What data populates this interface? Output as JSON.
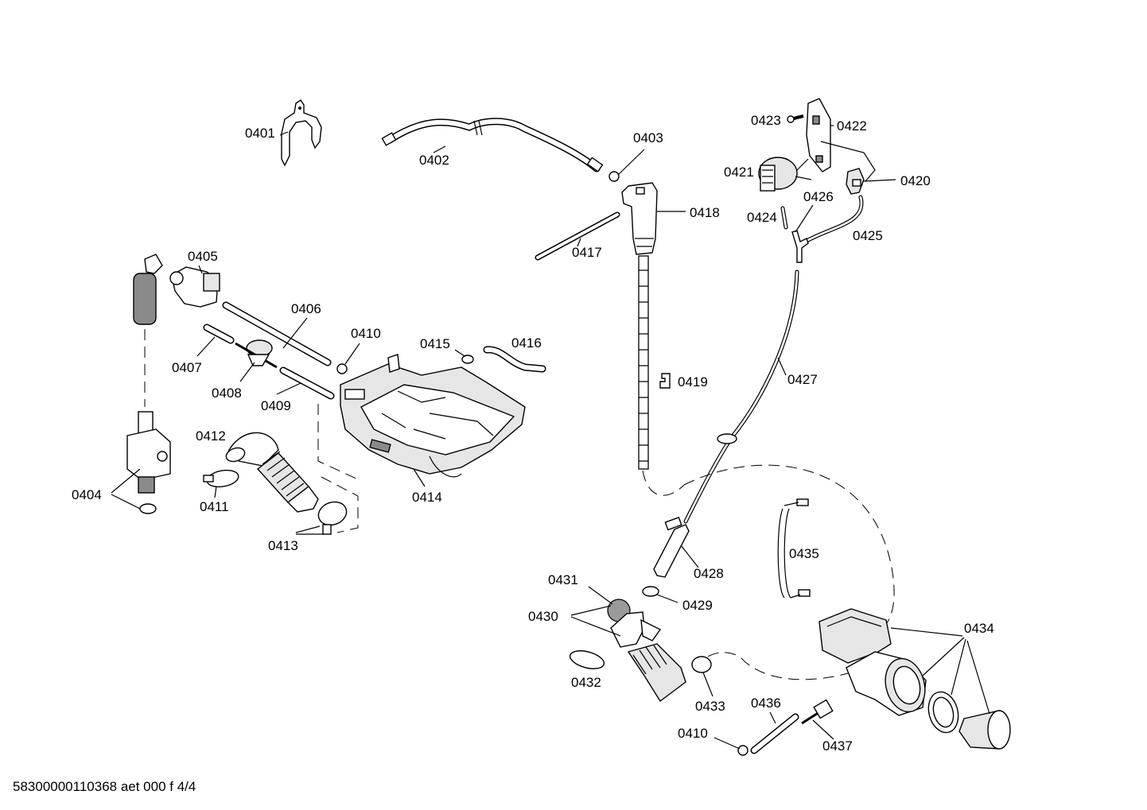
{
  "footer": "58300000110368 aet 000 f 4/4",
  "labels": {
    "l0401": "0401",
    "l0402": "0402",
    "l0403": "0403",
    "l0404": "0404",
    "l0405": "0405",
    "l0406": "0406",
    "l0407": "0407",
    "l0408": "0408",
    "l0409": "0409",
    "l0410a": "0410",
    "l0410b": "0410",
    "l0411": "0411",
    "l0412": "0412",
    "l0413": "0413",
    "l0414": "0414",
    "l0415": "0415",
    "l0416": "0416",
    "l0417": "0417",
    "l0418": "0418",
    "l0419": "0419",
    "l0420": "0420",
    "l0421": "0421",
    "l0422": "0422",
    "l0423": "0423",
    "l0424": "0424",
    "l0425": "0425",
    "l0426": "0426",
    "l0427": "0427",
    "l0428": "0428",
    "l0429": "0429",
    "l0430": "0430",
    "l0431": "0431",
    "l0432": "0432",
    "l0433": "0433",
    "l0434": "0434",
    "l0435": "0435",
    "l0436": "0436",
    "l0437": "0437"
  }
}
